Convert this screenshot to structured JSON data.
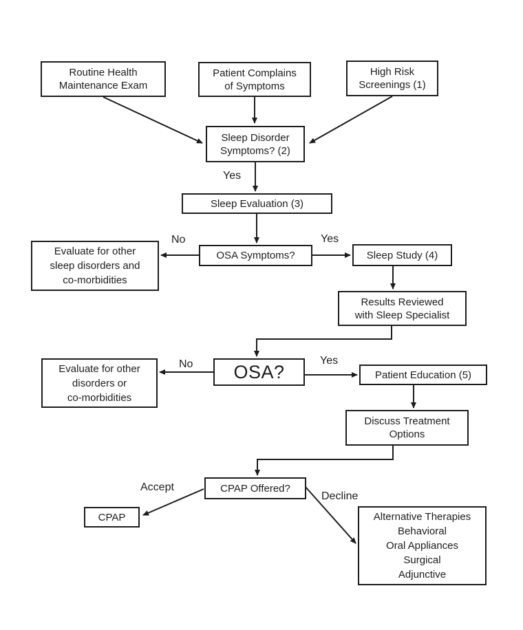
{
  "diagram_type": "flowchart",
  "colors": {
    "background": "#ffffff",
    "line": "#1c1c1c",
    "text": "#1c1c1c",
    "node_fill": "#ffffff"
  },
  "nodes": {
    "routine_exam": "Routine Health\nMaintenance Exam",
    "patient_complains": "Patient Complains\nof Symptoms",
    "high_risk": "High Risk\nScreenings (1)",
    "sleep_disorder_symptoms": "Sleep Disorder\nSymptoms? (2)",
    "sleep_evaluation": "Sleep Evaluation (3)",
    "evaluate_sleep_disorders": "Evaluate for other\nsleep disorders and\nco-morbidities",
    "osa_symptoms": "OSA Symptoms?",
    "sleep_study": "Sleep Study (4)",
    "results_reviewed": "Results Reviewed\nwith Sleep Specialist",
    "evaluate_disorders": "Evaluate for other\ndisorders or\nco-morbidities",
    "osa": "OSA?",
    "patient_education": "Patient Education (5)",
    "discuss_treatment": "Discuss Treatment\nOptions",
    "cpap_offered": "CPAP Offered?",
    "cpap": "CPAP",
    "alternative_therapies": "Alternative Therapies\nBehavioral\nOral Appliances\nSurgical\nAdjunctive"
  },
  "edge_labels": {
    "yes_symptoms": "Yes",
    "no_osa_symptoms": "No",
    "yes_osa_symptoms": "Yes",
    "no_osa": "No",
    "yes_osa": "Yes",
    "accept": "Accept",
    "decline": "Decline"
  }
}
